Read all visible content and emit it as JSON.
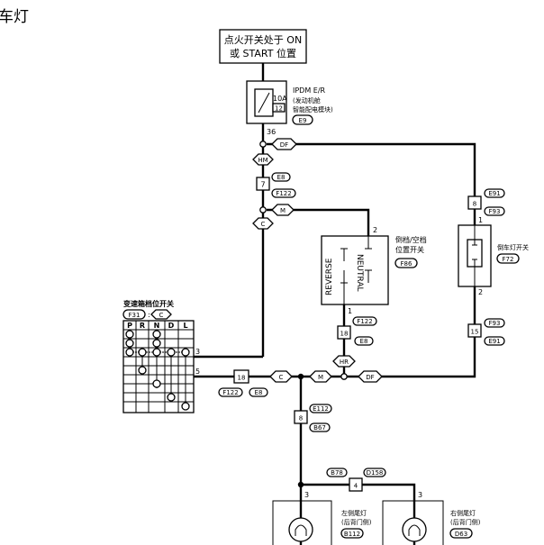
{
  "page_title": "车灯",
  "ignition": {
    "line1": "点火开关处于 ON",
    "line2": "或 START 位置"
  },
  "ipdm": {
    "title": "IPDM E/R",
    "desc1": "(发动机舱",
    "desc2": "智能配电模块)",
    "fuse_rating": "10A",
    "fuse_no": "12",
    "connector": "E9",
    "terminal": "36"
  },
  "connectors": {
    "df": "DF",
    "hm": "HM",
    "m": "M",
    "c": "C",
    "hr": "HR",
    "e8": "E8",
    "f122": "F122",
    "e91": "E91",
    "f93": "F93",
    "e112": "E112",
    "b67": "B67",
    "b78": "B78",
    "d158": "D158"
  },
  "pins": {
    "p7": "7",
    "p8": "8",
    "p18": "18",
    "p15": "15",
    "p4": "4",
    "p1": "1",
    "p2": "2",
    "p3": "3",
    "p5": "5"
  },
  "neutral_switch": {
    "label1": "倒档/空档",
    "label2": "位置开关",
    "connector": "F86",
    "neutral": "NEUTRAL",
    "reverse": "REVERSE"
  },
  "backup_switch": {
    "label": "倒车灯开关",
    "connector": "F72"
  },
  "trans_range": {
    "title": "变速箱档位开关",
    "connector": "F31",
    "connector2": "C",
    "sep": ":",
    "columns": [
      "P",
      "R",
      "N",
      "D",
      "L"
    ]
  },
  "lamp_left": {
    "label1": "左侧尾灯",
    "label2": "(后背门侧)",
    "connector": "B112"
  },
  "lamp_right": {
    "label1": "右侧尾灯",
    "label2": "(后背门侧)",
    "connector": "D63"
  }
}
